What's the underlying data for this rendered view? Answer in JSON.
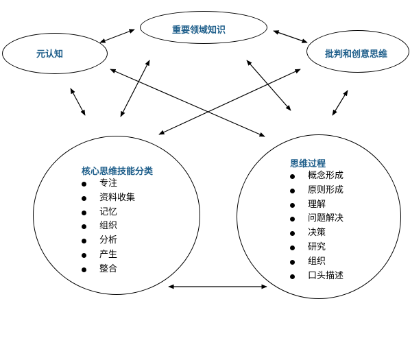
{
  "diagram": {
    "nodes": {
      "domain_knowledge": "重要领域知识",
      "metacognition": "元认知",
      "critical_creative": "批判和创意思维"
    },
    "core_skills": {
      "title": "核心思维技能分类",
      "items": [
        "专注",
        "资料收集",
        "记忆",
        "组织",
        "分析",
        "产生",
        "整合"
      ]
    },
    "thinking_process": {
      "title": "思维过程",
      "items": [
        "概念形成",
        "原则形成",
        "理解",
        "问题解决",
        "决策",
        "研究",
        "组织",
        "口头描述"
      ]
    },
    "colors": {
      "title": "#1f5f8b",
      "stroke": "#000000"
    }
  }
}
